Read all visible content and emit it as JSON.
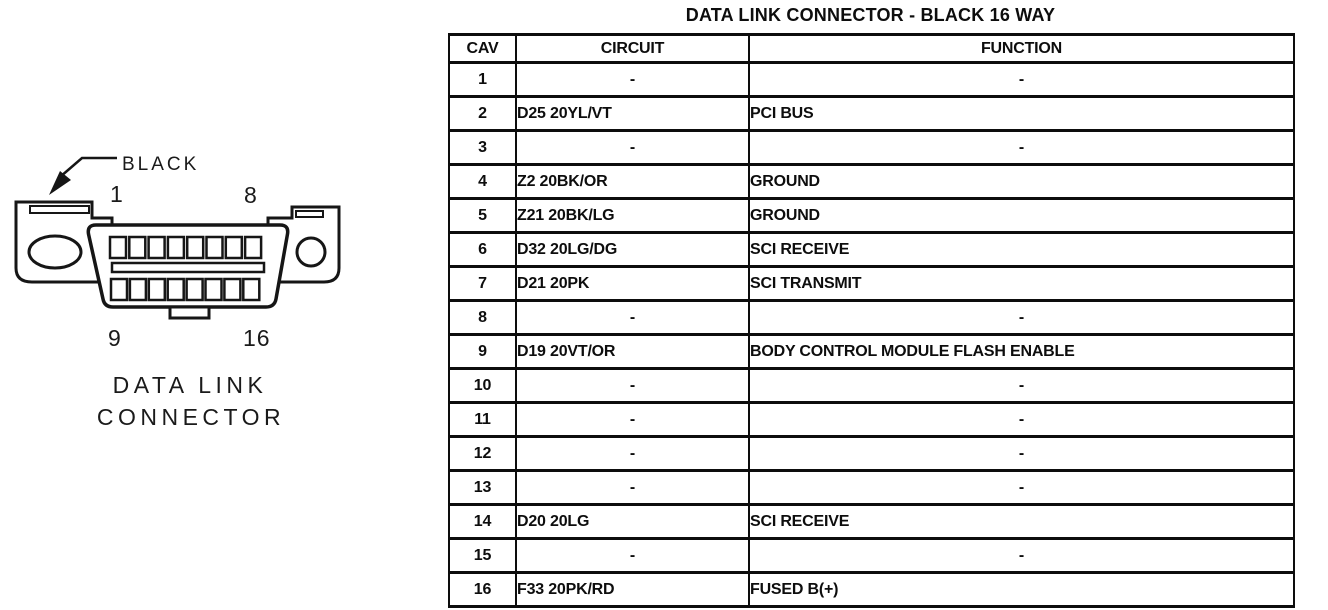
{
  "title": "DATA LINK CONNECTOR - BLACK 16 WAY",
  "connector_diagram": {
    "color_label": "BLACK",
    "pin_top_left": "1",
    "pin_top_right": "8",
    "pin_bottom_left": "9",
    "pin_bottom_right": "16",
    "caption_line1": "DATA LINK",
    "caption_line2": "CONNECTOR",
    "pin_rows": 2,
    "pins_per_row": 8
  },
  "table": {
    "headers": [
      "CAV",
      "CIRCUIT",
      "FUNCTION"
    ],
    "rows": [
      {
        "cav": "1",
        "circuit": "-",
        "function": "-"
      },
      {
        "cav": "2",
        "circuit": "D25 20YL/VT",
        "function": "PCI BUS"
      },
      {
        "cav": "3",
        "circuit": "-",
        "function": "-"
      },
      {
        "cav": "4",
        "circuit": "Z2 20BK/OR",
        "function": "GROUND"
      },
      {
        "cav": "5",
        "circuit": "Z21 20BK/LG",
        "function": "GROUND"
      },
      {
        "cav": "6",
        "circuit": "D32 20LG/DG",
        "function": "SCI RECEIVE"
      },
      {
        "cav": "7",
        "circuit": "D21 20PK",
        "function": "SCI TRANSMIT"
      },
      {
        "cav": "8",
        "circuit": "-",
        "function": "-"
      },
      {
        "cav": "9",
        "circuit": "D19 20VT/OR",
        "function": "BODY CONTROL MODULE FLASH ENABLE"
      },
      {
        "cav": "10",
        "circuit": "-",
        "function": "-"
      },
      {
        "cav": "11",
        "circuit": "-",
        "function": "-"
      },
      {
        "cav": "12",
        "circuit": "-",
        "function": "-"
      },
      {
        "cav": "13",
        "circuit": "-",
        "function": "-"
      },
      {
        "cav": "14",
        "circuit": "D20 20LG",
        "function": "SCI RECEIVE"
      },
      {
        "cav": "15",
        "circuit": "-",
        "function": "-"
      },
      {
        "cav": "16",
        "circuit": "F33 20PK/RD",
        "function": "FUSED B(+)"
      }
    ]
  },
  "colors": {
    "ink": "#111111",
    "background": "#ffffff"
  }
}
